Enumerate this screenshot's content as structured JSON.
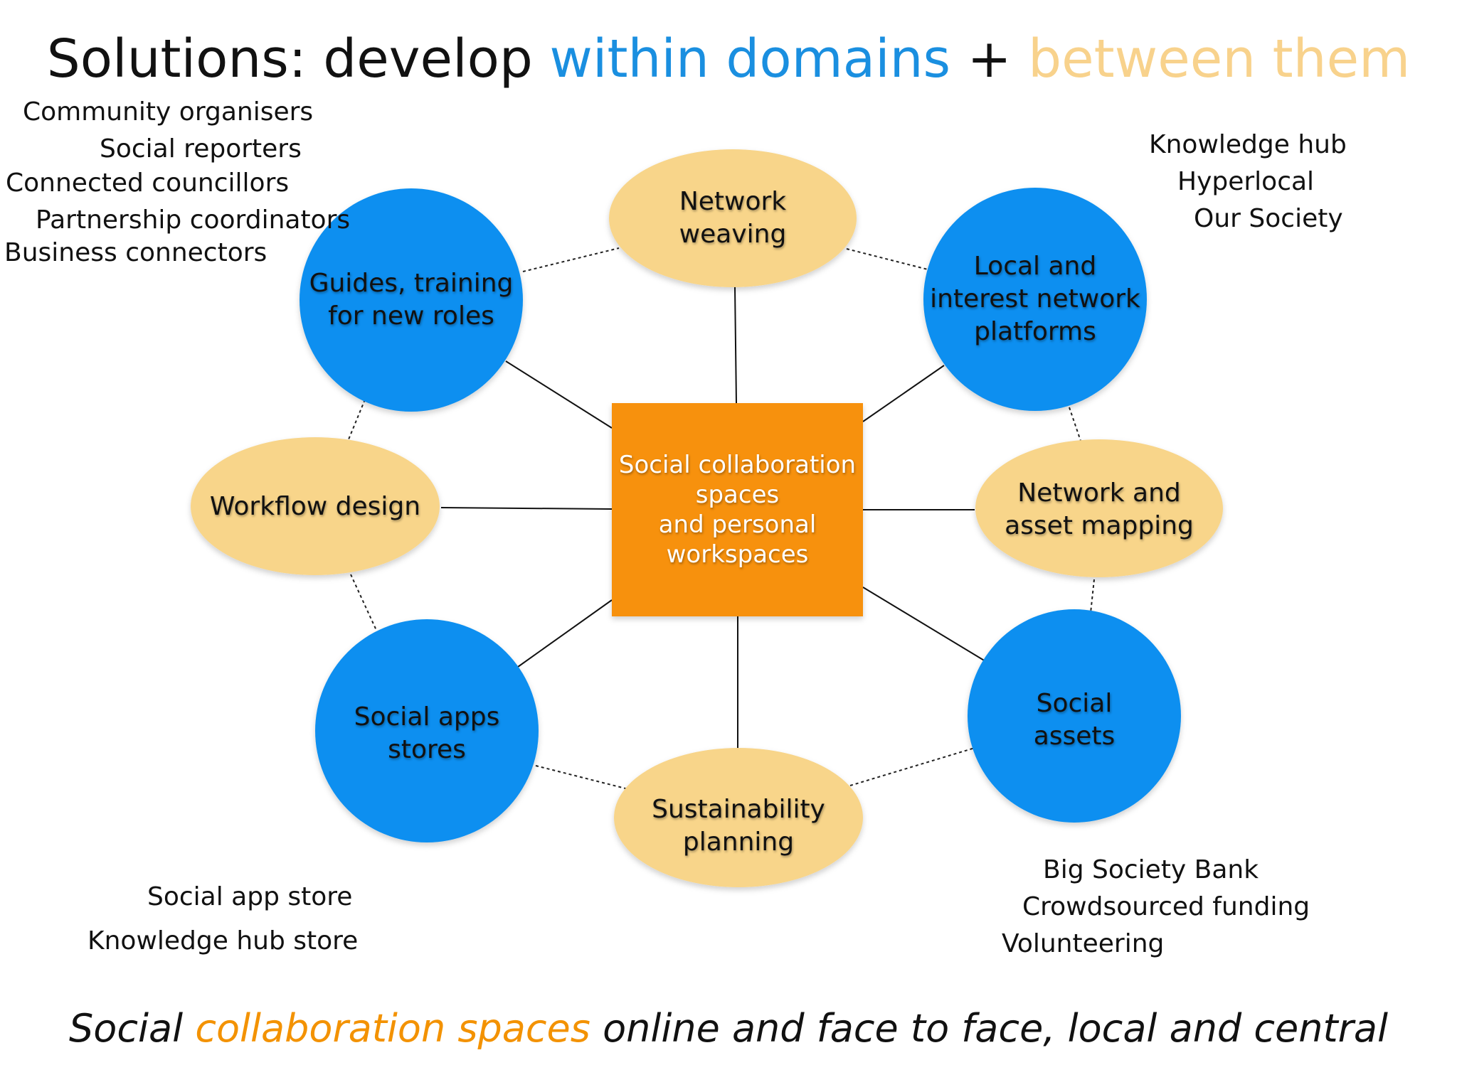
{
  "title": {
    "part1": "Solutions: develop",
    "within": "within domains",
    "plus": "+",
    "between": "between them"
  },
  "colors": {
    "within": "#1a8fe0",
    "between": "#f8d28c",
    "circle": "#0a8ff0",
    "ellipse": "#f8d58a",
    "center": "#f7910a",
    "tagline_accent": "#f39200"
  },
  "notes": {
    "top_left": [
      "Community organisers",
      "Social reporters",
      "Connected councillors",
      "Partnership coordinators",
      "Business connectors"
    ],
    "top_right": [
      "Knowledge hub",
      "Hyperlocal",
      "Our Society"
    ],
    "bottom_left": [
      "Social app store",
      "Knowledge hub store"
    ],
    "bottom_right": [
      "Big Society Bank",
      "Crowdsourced funding",
      "Volunteering"
    ]
  },
  "center": {
    "lines": [
      "Social collaboration",
      "spaces",
      "and personal",
      "workspaces"
    ]
  },
  "nodes": {
    "network_weaving": [
      "Network",
      "weaving"
    ],
    "guides": [
      "Guides, training",
      "for new roles"
    ],
    "local_platforms": [
      "Local and",
      "interest network",
      "platforms"
    ],
    "workflow": [
      "Workflow design"
    ],
    "asset_mapping": [
      "Network and",
      "asset mapping"
    ],
    "social_apps": [
      "Social apps",
      "stores"
    ],
    "social_assets": [
      "Social",
      "assets"
    ],
    "sustainability": [
      "Sustainability",
      "planning"
    ]
  },
  "tagline": {
    "pre": "Social",
    "accent": "collaboration spaces",
    "post": "online and face to face, local and central"
  }
}
